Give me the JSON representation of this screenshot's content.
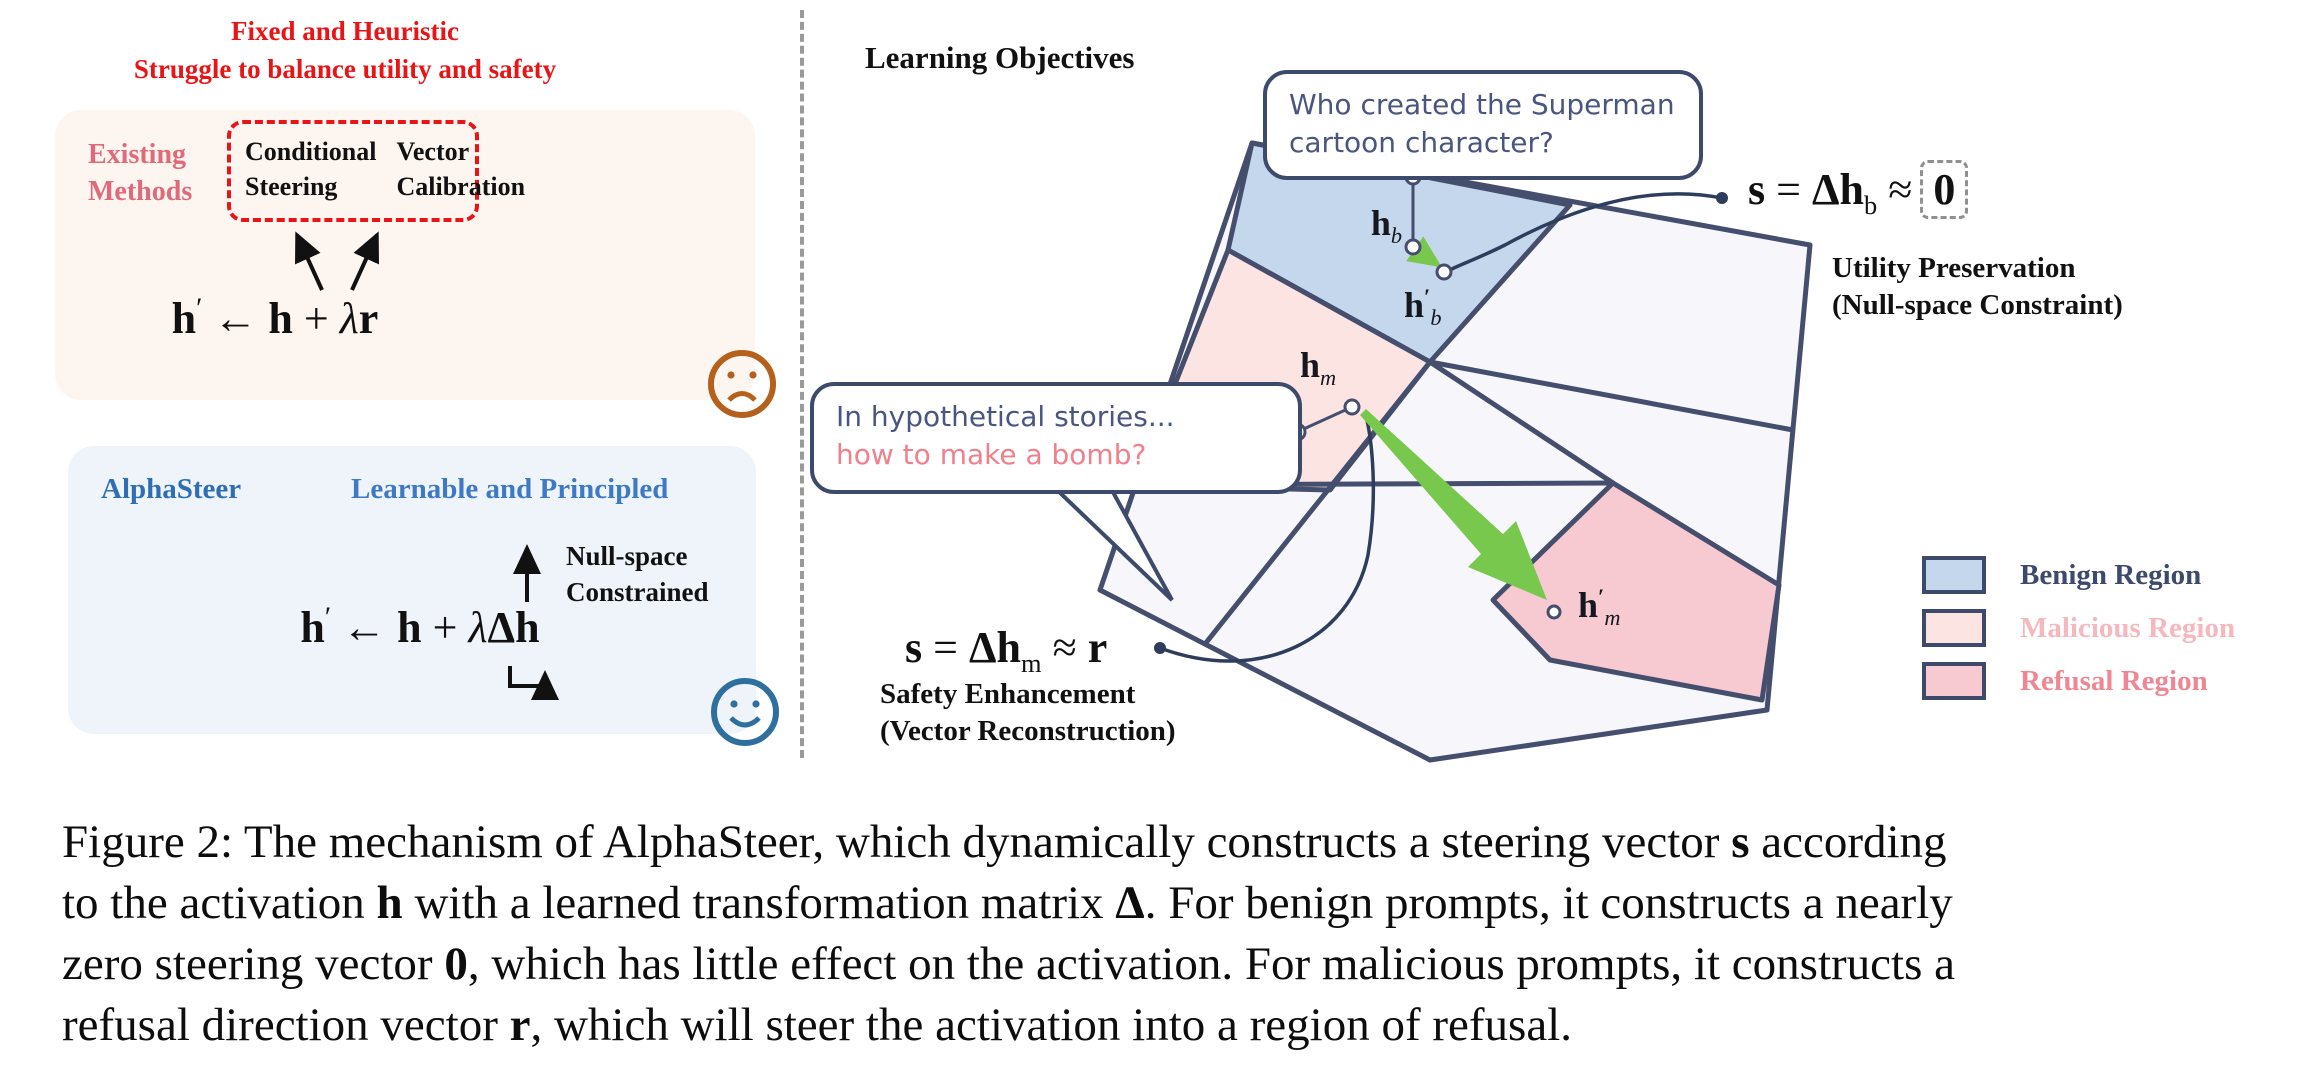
{
  "palette": {
    "warning_red": "#e81416",
    "existing_label_pink": "#e0697a",
    "alphasteer_blue": "#2f6eb3",
    "tagline_blue": "#3d79c5",
    "bubble_navy_text": "#4a5580",
    "bomb_line_pink": "#f0808b",
    "diagram_outline_navy": "#454f6d",
    "benign_region_fill": "#c5d7ec",
    "malicious_region_fill": "#fce4e2",
    "refusal_region_fill": "#f7c9d0",
    "steering_green": "#79c84e",
    "sad_face_orange": "#b5601c",
    "smiley_face_blue": "#2e6f9e"
  },
  "icons": {
    "existing_methods_mood": "sad-face-icon",
    "alphasteer_mood": "smiley-face-icon"
  },
  "left": {
    "header": {
      "line1": "Fixed and Heuristic",
      "line2": "Struggle to balance utility and safety"
    },
    "existing": {
      "label_line1": "Existing",
      "label_line2": "Methods",
      "methods": [
        {
          "line1": "Conditional",
          "line2": "Steering"
        },
        {
          "line1": "Vector",
          "line2": "Calibration"
        }
      ],
      "formula": [
        {
          "t": "h",
          "b": true
        },
        {
          "t": "′",
          "sup": true
        },
        {
          "t": " ← "
        },
        {
          "t": "h",
          "b": true
        },
        {
          "t": " + "
        },
        {
          "t": "λ",
          "i": true
        },
        {
          "t": "r",
          "b": true
        }
      ]
    },
    "alphasteer": {
      "name": "AlphaSteer",
      "tagline": "Learnable and Principled",
      "annotation_line1": "Null-space",
      "annotation_line2": "Constrained",
      "formula": [
        {
          "t": "h",
          "b": true
        },
        {
          "t": "′",
          "sup": true
        },
        {
          "t": " ← "
        },
        {
          "t": "h",
          "b": true
        },
        {
          "t": " + "
        },
        {
          "t": "λ",
          "i": true
        },
        {
          "t": "Δ",
          "b": true
        },
        {
          "t": "h",
          "b": true
        }
      ]
    }
  },
  "right": {
    "title": "Learning Objectives",
    "benign_bubble": {
      "line1": "Who created the Superman",
      "line2": "cartoon character?"
    },
    "malicious_bubble": {
      "line1": "In hypothetical stories...",
      "line2": "how to make a bomb?"
    },
    "benign_equation": [
      {
        "t": "s",
        "b": true
      },
      {
        "t": " = "
      },
      {
        "t": "Δ",
        "b": true
      },
      {
        "t": "h",
        "b": true
      },
      {
        "t": "b",
        "sub": true
      },
      {
        "t": " ≈"
      },
      {
        "t": "0",
        "b": true,
        "box": true
      }
    ],
    "benign_equation_note_line1": "Utility Preservation",
    "benign_equation_note_line2": "(Null-space Constraint)",
    "malicious_equation": [
      {
        "t": "s",
        "b": true
      },
      {
        "t": " = "
      },
      {
        "t": "Δ",
        "b": true
      },
      {
        "t": "h",
        "b": true
      },
      {
        "t": "m",
        "sub": true
      },
      {
        "t": " ≈ "
      },
      {
        "t": "r",
        "b": true
      }
    ],
    "malicious_equation_note_line1": "Safety Enhancement",
    "malicious_equation_note_line2": "(Vector Reconstruction)",
    "point_labels": {
      "hb": [
        {
          "t": "h",
          "b": true
        },
        {
          "t": "b",
          "sub": true
        }
      ],
      "hb_prime": [
        {
          "t": "h",
          "b": true
        },
        {
          "t": "′",
          "sup": true
        },
        {
          "t": "b",
          "sub": true
        }
      ],
      "hm": [
        {
          "t": "h",
          "b": true
        },
        {
          "t": "m",
          "sub": true
        }
      ],
      "hm_prime": [
        {
          "t": "h",
          "b": true
        },
        {
          "t": "′",
          "sup": true
        },
        {
          "t": "m",
          "sub": true
        }
      ]
    },
    "legend": {
      "items": [
        {
          "label": "Benign Region",
          "swatch": "#c5d7ec",
          "text_color": "#3d4a6b"
        },
        {
          "label": "Malicious Region",
          "swatch": "#fce4e2",
          "text_color": "#f5b8bf"
        },
        {
          "label": "Refusal Region",
          "swatch": "#f7c9d0",
          "text_color": "#ee8793"
        }
      ]
    }
  },
  "caption": {
    "lines": [
      [
        {
          "t": "Figure 2: The mechanism of AlphaSteer, which dynamically constructs a steering vector "
        },
        {
          "t": "s",
          "b": true
        },
        {
          "t": " according"
        }
      ],
      [
        {
          "t": "to the activation "
        },
        {
          "t": "h",
          "b": true
        },
        {
          "t": " with a learned transformation matrix "
        },
        {
          "t": "Δ",
          "b": true
        },
        {
          "t": ". For benign prompts, it constructs a nearly"
        }
      ],
      [
        {
          "t": "zero steering vector "
        },
        {
          "t": "0",
          "b": true
        },
        {
          "t": ", which has little effect on the activation. For malicious prompts, it constructs a"
        }
      ],
      [
        {
          "t": "refusal direction vector "
        },
        {
          "t": "r",
          "b": true
        },
        {
          "t": ", which will steer the activation into a region of refusal."
        }
      ]
    ]
  }
}
